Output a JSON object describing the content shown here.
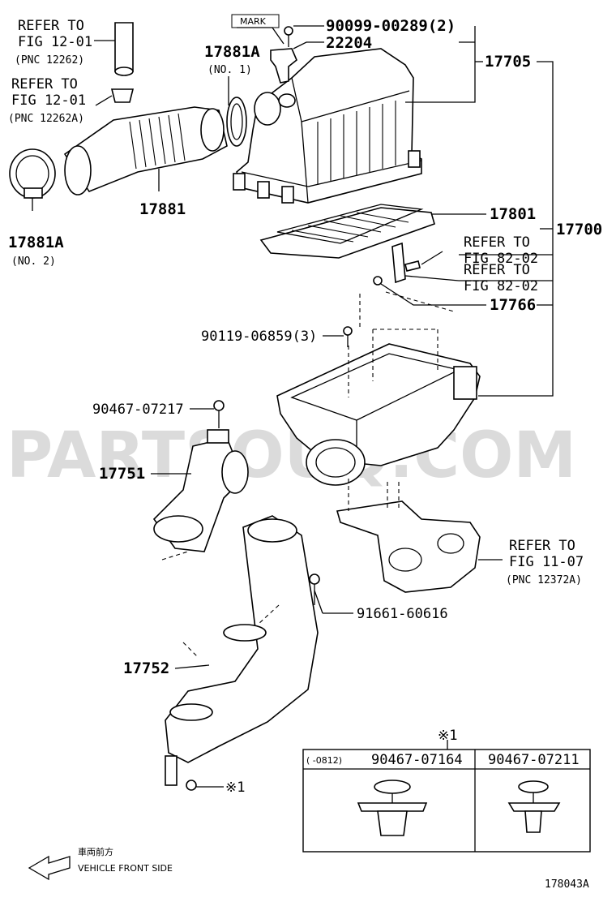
{
  "watermark": "PARTSOUQ.COM",
  "mark_label": "MARK",
  "refs": {
    "fig12_top": [
      "REFER TO",
      "FIG 12-01",
      "(PNC 12262)"
    ],
    "fig12_mid": [
      "REFER TO",
      "FIG 12-01",
      "(PNC 12262A)"
    ],
    "fig82_a": [
      "REFER TO",
      "FIG 82-02"
    ],
    "fig82_b": [
      "REFER TO",
      "FIG 82-02"
    ],
    "fig11": [
      "REFER TO",
      "FIG 11-07",
      "(PNC 12372A)"
    ]
  },
  "parts": {
    "p90099": "90099-00289(2)",
    "p22204": "22204",
    "p17705": "17705",
    "p17881a_1": "17881A",
    "p17881a_1_sub": "(NO. 1)",
    "p17881": "17881",
    "p17881a_2": "17881A",
    "p17881a_2_sub": "(NO. 2)",
    "p17801": "17801",
    "p17700": "17700",
    "p17766": "17766",
    "p90119": "90119-06859(3)",
    "p90467_07217": "90467-07217",
    "p17751": "17751",
    "p91661": "91661-60616",
    "p17752": "17752",
    "note_mark_x1": "※1"
  },
  "table": {
    "header_note": "※1",
    "col1_prefix": "(     -0812)",
    "col1_part": "90467-07164",
    "col2_part": "90467-07211"
  },
  "footer": {
    "front_jp": "車両前方",
    "front_en": "VEHICLE FRONT SIDE",
    "diagram_id": "178043A"
  }
}
